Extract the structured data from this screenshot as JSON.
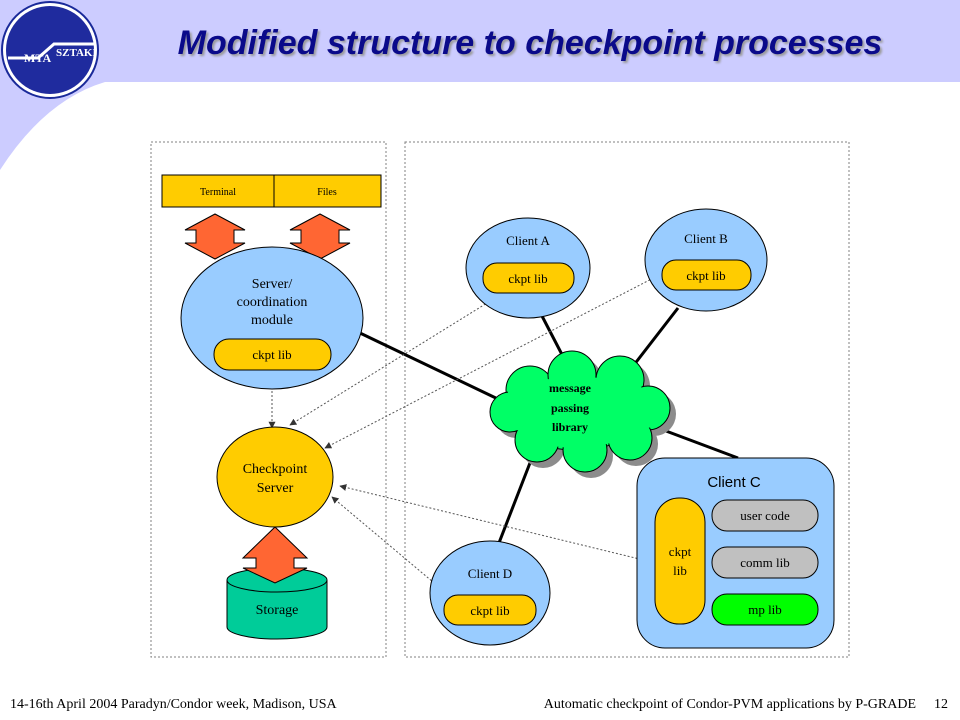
{
  "slide": {
    "title": "Modified structure to checkpoint processes",
    "logo": {
      "left_text": "MTA",
      "right_text": "SZTAKI"
    },
    "footer_left": "14-16th April 2004 Paradyn/Condor week, Madison, USA",
    "footer_right": "Automatic checkpoint of Condor-PVM applications by P-GRADE",
    "page_number": "12"
  },
  "diagram": {
    "terminal": "Terminal",
    "files": "Files",
    "server_line1": "Server/",
    "server_line2": "coordination",
    "server_line3": "module",
    "server_ckpt": "ckpt lib",
    "checkpoint_server_line1": "Checkpoint",
    "checkpoint_server_line2": "Server",
    "storage": "Storage",
    "client_a": "Client A",
    "client_a_ckpt": "ckpt lib",
    "client_b": "Client B",
    "client_b_ckpt": "ckpt lib",
    "client_d": "Client D",
    "client_d_ckpt": "ckpt lib",
    "mpl_line1": "message",
    "mpl_line2": "passing",
    "mpl_line3": "library",
    "client_c": "Client C",
    "client_c_ckpt_line1": "ckpt",
    "client_c_ckpt_line2": "lib",
    "user_code": "user code",
    "comm_lib": "comm lib",
    "mp_lib": "mp lib"
  },
  "colors": {
    "title": "#0a0a8a",
    "process_blue": "#99ccff",
    "ckpt_yellow": "#ffcc00",
    "storage_green": "#00cc99",
    "arrow_orange": "#ff6633",
    "cloud_green": "#00ff66",
    "lib_gray": "#c0c0c0",
    "mp_green": "#00ff00",
    "header_bar": "#ccccff"
  }
}
